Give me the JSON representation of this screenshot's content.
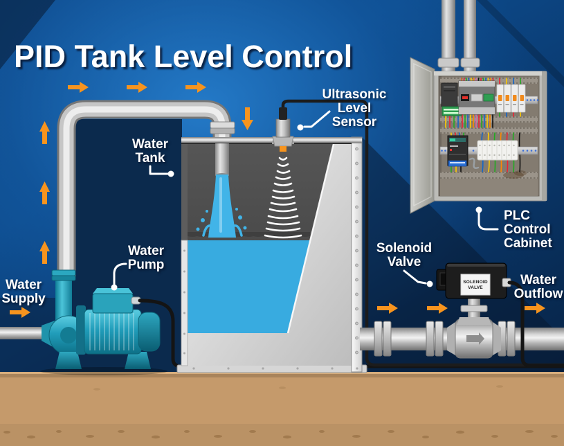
{
  "title": "PID Tank Level Control",
  "labels": {
    "water_tank": [
      "Water",
      "Tank"
    ],
    "ultrasonic_sensor": [
      "Ultrasonic",
      "Level",
      "Sensor"
    ],
    "water_pump": [
      "Water",
      "Pump"
    ],
    "water_supply": [
      "Water",
      "Supply"
    ],
    "solenoid_valve": [
      "Solenoid",
      "Valve"
    ],
    "plc_cabinet": [
      "PLC",
      "Control",
      "Cabinet"
    ],
    "water_outflow": [
      "Water",
      "Outflow"
    ]
  },
  "device_tags": {
    "solenoid_valve_tag": [
      "SOLENOID",
      "VALVE"
    ]
  },
  "flow_arrows": {
    "top_pipe": [
      "right",
      "right",
      "right"
    ],
    "into_tank": [
      "down"
    ],
    "riser_pipe": [
      "up",
      "up",
      "up"
    ],
    "supply": [
      "right"
    ],
    "outflow_pipe": [
      "right",
      "right",
      "right"
    ]
  },
  "icons": {
    "flow_arrow": "block-arrow",
    "callout_dot": "white-dot",
    "ultrasonic_waves": "expanding-arcs"
  },
  "colors": {
    "accent_orange": "#F7941E",
    "water_blue": "#38ABE0",
    "pump_teal": "#1F9EB8",
    "background_navy": "#0A2C55",
    "ground_tan": "#C59A6B",
    "pipe_silver": "#C9C9C9",
    "cabinet_gray": "#BCBCB8",
    "label_white": "#FFFFFF"
  }
}
